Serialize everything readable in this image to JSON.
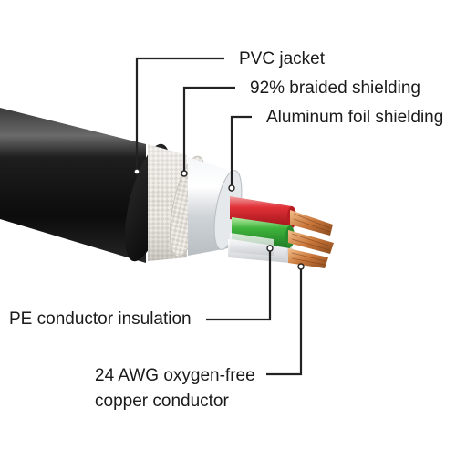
{
  "labels": {
    "pvc_jacket": "PVC jacket",
    "braided_shielding": "92% braided shielding",
    "foil_shielding": "Aluminum foil shielding",
    "pe_insulation": "PE conductor insulation",
    "conductor_line1": "24 AWG oxygen-free",
    "conductor_line2": "copper conductor"
  },
  "colors": {
    "jacket": "#151515",
    "braid": "#e9e6e1",
    "foil": "#dfe3e6",
    "wire_red": "#d8262c",
    "wire_green": "#37a83a",
    "wire_white": "#f3f3f3",
    "copper": "#c8783a",
    "leader_line": "#222222"
  }
}
